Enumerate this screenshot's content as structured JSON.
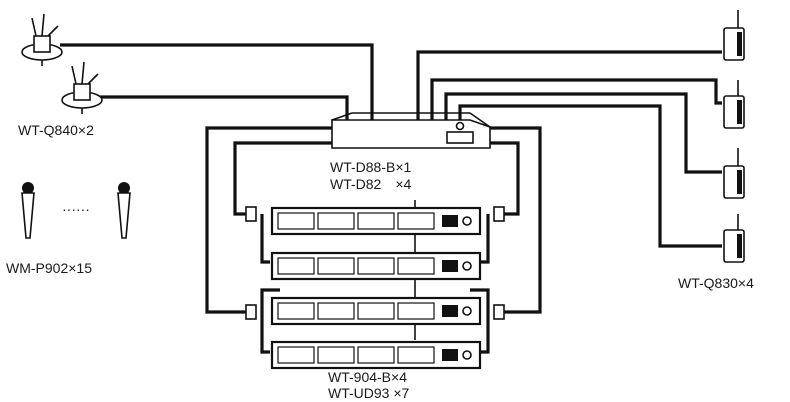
{
  "labels": {
    "boundary_antenna": "WT-Q840×2",
    "handheld_mic": "WM-P902×15",
    "tuner_main": "WT-D88-B×1",
    "tuner_dist": "WT-D82　×4",
    "receiver_unit": "WT-904-B×4",
    "tuner_unit": "WT-UD93 ×7",
    "antenna_array": "WT-Q830×4"
  },
  "mic_ellipsis": "······"
}
